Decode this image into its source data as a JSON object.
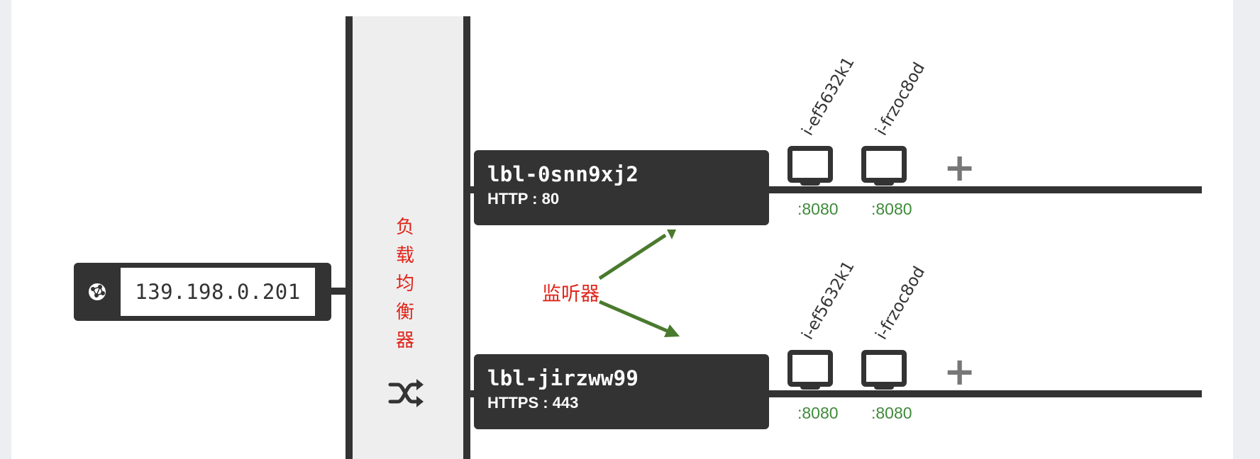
{
  "eip": {
    "address": "139.198.0.201",
    "icon": "globe-network-icon"
  },
  "load_balancer": {
    "label": "负载均衡器",
    "icon": "shuffle-icon"
  },
  "listener_label": "监听器",
  "listeners": [
    {
      "name": "lbl-0snn9xj2",
      "protocol": "HTTP : 80",
      "backends": [
        {
          "id": "i-ef5632k1",
          "port": ":8080"
        },
        {
          "id": "i-frzoc8od",
          "port": ":8080"
        }
      ],
      "add_label": "+"
    },
    {
      "name": "lbl-jirzww99",
      "protocol": "HTTPS : 443",
      "backends": [
        {
          "id": "i-ef5632k1",
          "port": ":8080"
        },
        {
          "id": "i-frzoc8od",
          "port": ":8080"
        }
      ],
      "add_label": "+"
    }
  ],
  "colors": {
    "dark": "#333333",
    "accent_red": "#e02418",
    "port_green": "#3f8a3a",
    "arrow_green": "#4a7a2e",
    "lb_fill": "#eeeeef"
  }
}
